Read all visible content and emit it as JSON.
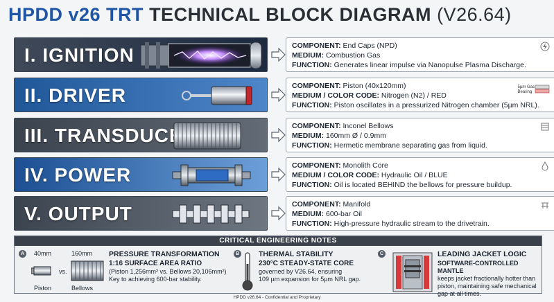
{
  "title": {
    "part1": "HPDD v26 TRT",
    "part2": "TECHNICAL BLOCK DIAGRAM",
    "part3": "(V26.64)"
  },
  "blocks": [
    {
      "label": "I.  IGNITION",
      "component": "End Caps (NPD)",
      "medium_key": "MEDIUM:",
      "medium": "Combustion Gas",
      "function": "Generates linear impulse via Nanopulse Plasma Discharge.",
      "icon": "lightning-icon",
      "colors": [
        "#3f4958",
        "#1d2b41"
      ]
    },
    {
      "label": "II.  DRIVER",
      "component": "Piston (40x120mm)",
      "medium_key": "MEDIUM / COLOR CODE:",
      "medium": "Nitrogen (N2) / RED",
      "function": "Piston oscillates in a pressurized Nitrogen chamber (5µm NRL).",
      "icon": "gas-bearing-icon",
      "inset_label1": "5µm Gas",
      "inset_label2": "Bearing",
      "colors": [
        "#1f5799",
        "#4f86c9"
      ]
    },
    {
      "label": "III.  TRANSDUCER",
      "component": "Inconel Bellows",
      "medium_key": "MEDIUM:",
      "medium": "160mm Ø / 0.9mm",
      "function": "Hermetic membrane separating gas from liquid.",
      "icon": "bellows-icon",
      "colors": [
        "#3b434e",
        "#636b76"
      ]
    },
    {
      "label": "IV.  POWER",
      "component": "Monolith Core",
      "medium_key": "MEDIUM / COLOR CODE:",
      "medium": "Hydraulic Oil / BLUE",
      "function": "Oil is located BEHIND the bellows for pressure buildup.",
      "icon": "drop-icon",
      "colors": [
        "#1c4f93",
        "#6c9fd8"
      ]
    },
    {
      "label": "V.  OUTPUT",
      "component": "Manifold",
      "medium_key": "MEDIUM:",
      "medium": "600-bar Oil",
      "function": "High-pressure hydraulic stream to the drivetrain.",
      "icon": "manifold-icon",
      "colors": [
        "#3c4450",
        "#6e7682"
      ]
    }
  ],
  "keys": {
    "component": "COMPONENT:",
    "function": "FUNCTION:"
  },
  "notes": {
    "header": "CRITICAL ENGINEERING NOTES",
    "a": {
      "badge": "A",
      "dim1": "40mm",
      "dim2": "160mm",
      "vs": "vs.",
      "cap1": "Piston",
      "cap2": "Bellows",
      "title": "PRESSURE TRANSFORMATION",
      "subtitle": "1:16 SURFACE AREA RATIO",
      "line1": "(Piston 1,256mm² vs. Bellows 20,106mm²)",
      "line2": "Key to achieving 600-bar stability."
    },
    "b": {
      "badge": "B",
      "title": "THERMAL STABILITY",
      "subtitle": "230°C STEADY-STATE CORE",
      "line1": "governed by V26.64, ensuring",
      "line2": "109 µm expansion for 5µm NRL gap."
    },
    "c": {
      "badge": "C",
      "title": "LEADING JACKET LOGIC",
      "subtitle": "SOFTWARE-CONTROLLED MANTLE",
      "line1": "keeps jacket fractionally hotter than",
      "line2": "piston, maintaining safe mechanical",
      "line3": "gap at all times."
    }
  },
  "footer": "HPDD v26.64 - Confidential and Proprietary"
}
